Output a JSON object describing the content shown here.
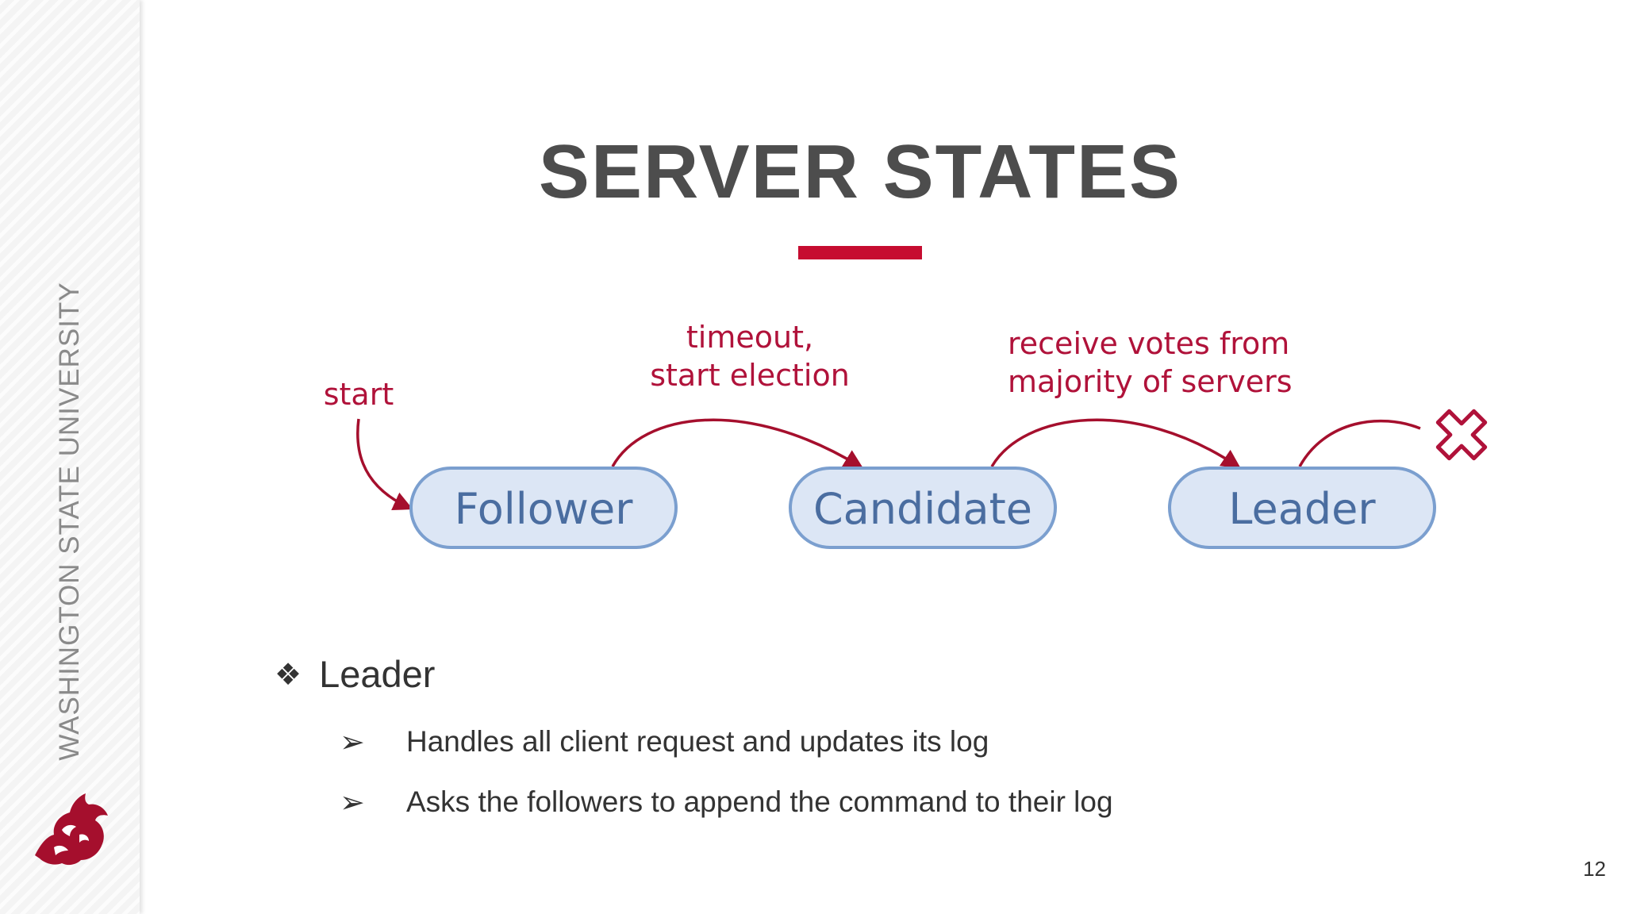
{
  "sidebar": {
    "university": "WASHINGTON STATE UNIVERSITY"
  },
  "slide": {
    "title": "SERVER STATES",
    "page_number": "12"
  },
  "diagram": {
    "states": [
      "Follower",
      "Candidate",
      "Leader"
    ],
    "labels": {
      "start": "start",
      "timeout_line1": "timeout,",
      "timeout_line2": "start election",
      "votes_line1": "receive votes from",
      "votes_line2": "majority of servers"
    },
    "colors": {
      "state_fill": "#dce6f5",
      "state_stroke": "#7b9fcf",
      "state_text": "#4a6da0",
      "arrow": "#a50f2d",
      "label": "#b0123a"
    }
  },
  "content": {
    "bullet": "Leader",
    "subbullets": [
      "Handles all client request and updates its log",
      "Asks the followers to append the command to their log"
    ]
  },
  "theme": {
    "accent": "#c60c30",
    "title_color": "#4d4d4d"
  }
}
